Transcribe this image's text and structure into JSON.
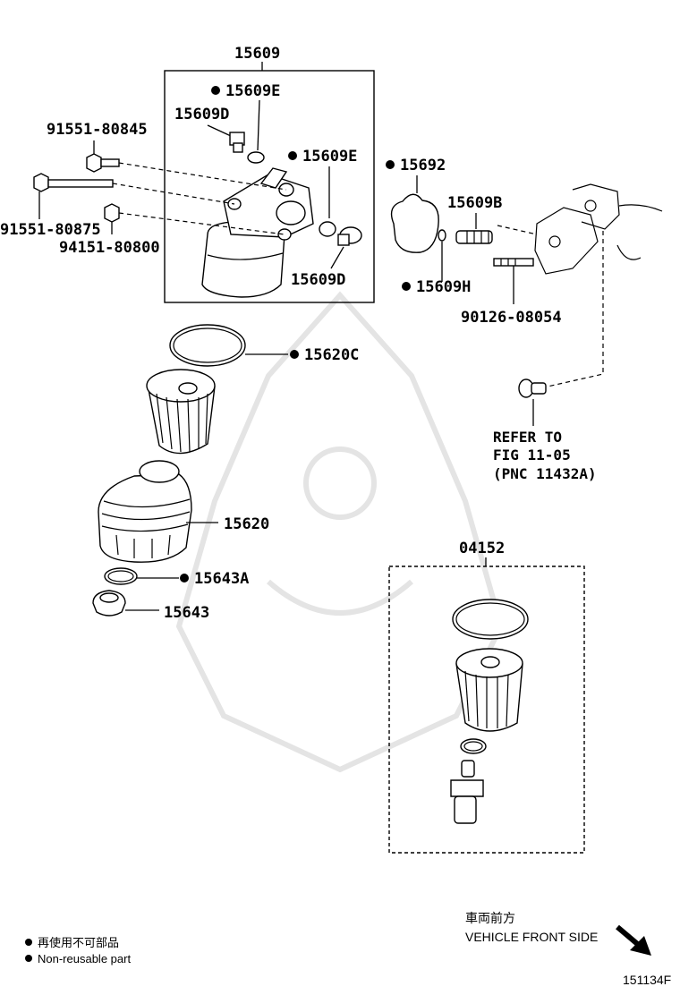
{
  "parts": {
    "p15609": "15609",
    "p15609E_top": "15609E",
    "p15609D_top": "15609D",
    "p91551_80845": "91551-80845",
    "p15609E_mid": "15609E",
    "p91551_80875": "91551-80875",
    "p94151_80800": "94151-80800",
    "p15609D_bot": "15609D",
    "p15692": "15692",
    "p15609B": "15609B",
    "p15609H": "15609H",
    "p90126_08054": "90126-08054",
    "p15620C": "15620C",
    "p15620": "15620",
    "p15643A": "15643A",
    "p15643": "15643",
    "p04152": "04152"
  },
  "reference": {
    "line1": "REFER TO",
    "line2": "FIG 11-05",
    "line3": "(PNC 11432A)"
  },
  "legend": {
    "jp": "再使用不可部品",
    "en": "Non-reusable part"
  },
  "direction": {
    "jp": "車両前方",
    "en": "VEHICLE FRONT SIDE"
  },
  "figure_id": "151134F"
}
